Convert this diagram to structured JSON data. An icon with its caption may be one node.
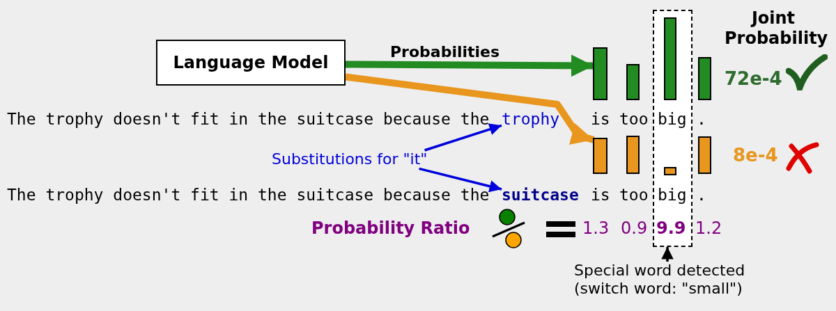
{
  "diagram": {
    "nodes": [
      {
        "text": [
          "Language Model"
        ]
      },
      {
        "text": [],
        "shape": "bar"
      },
      {
        "text": [
          "trophy"
        ]
      },
      {
        "text": [
          "Substitutions for \"it\""
        ]
      },
      {
        "text": [],
        "shape": "bar"
      },
      {
        "text": [
          "suitcase"
        ]
      },
      {
        "text": [],
        "shape": "box"
      },
      {
        "text": [
          "Special word detected (switch word: \"small\")"
        ]
      }
    ],
    "edges": [
      {
        "from": 0,
        "to": 1,
        "arrow": "to",
        "label": "Probabilities",
        "style": "thick",
        "color": "#228b22"
      },
      {
        "from": 0,
        "to": 4,
        "arrow": "to",
        "style": "thick",
        "color": "#e8961e"
      },
      {
        "from": 3,
        "to": 2,
        "arrow": "to",
        "color": "#0000dd"
      },
      {
        "from": 3,
        "to": 5,
        "arrow": "to",
        "color": "#0000dd"
      },
      {
        "from": 7,
        "to": 6,
        "arrow": "to",
        "color": "#000000"
      }
    ],
    "labels": [
      "Joint Probability",
      "72e-4",
      "The trophy doesn't fit in the suitcase because the",
      "is",
      "too",
      "big",
      ".",
      "8e-4",
      "The trophy doesn't fit in the suitcase because the",
      "is",
      "too",
      "big",
      ".",
      "Probability Ratio",
      "1.3",
      "0.9",
      "9.9",
      "1.2"
    ]
  }
}
